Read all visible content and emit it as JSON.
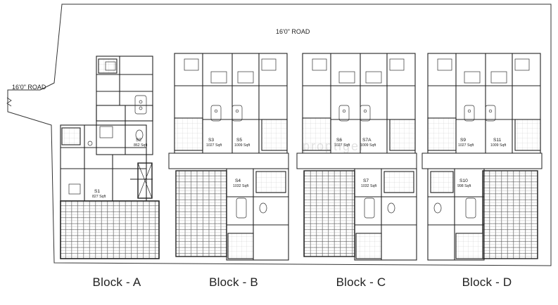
{
  "roads": {
    "top_label": "16'0\" ROAD",
    "left_label": "16'0\" ROAD"
  },
  "watermark": "proptiger",
  "blocks": [
    {
      "name": "Block - A",
      "units": [
        {
          "id": "S2",
          "area": "862 Sqft"
        },
        {
          "id": "S1",
          "area": "827 Sqft"
        }
      ]
    },
    {
      "name": "Block - B",
      "units": [
        {
          "id": "S3",
          "area": "1027 Sqft"
        },
        {
          "id": "S5",
          "area": "1009 Sqft"
        },
        {
          "id": "S4",
          "area": "1032 Sqft"
        }
      ]
    },
    {
      "name": "Block - C",
      "units": [
        {
          "id": "S6",
          "area": "1027 Sqft"
        },
        {
          "id": "S7A",
          "area": "1009 Sqft"
        },
        {
          "id": "S7",
          "area": "1032 Sqft"
        }
      ]
    },
    {
      "name": "Block - D",
      "units": [
        {
          "id": "S9",
          "area": "1027 Sqft"
        },
        {
          "id": "S11",
          "area": "1009 Sqft"
        },
        {
          "id": "S10",
          "area": "998 Sqft"
        }
      ]
    }
  ]
}
